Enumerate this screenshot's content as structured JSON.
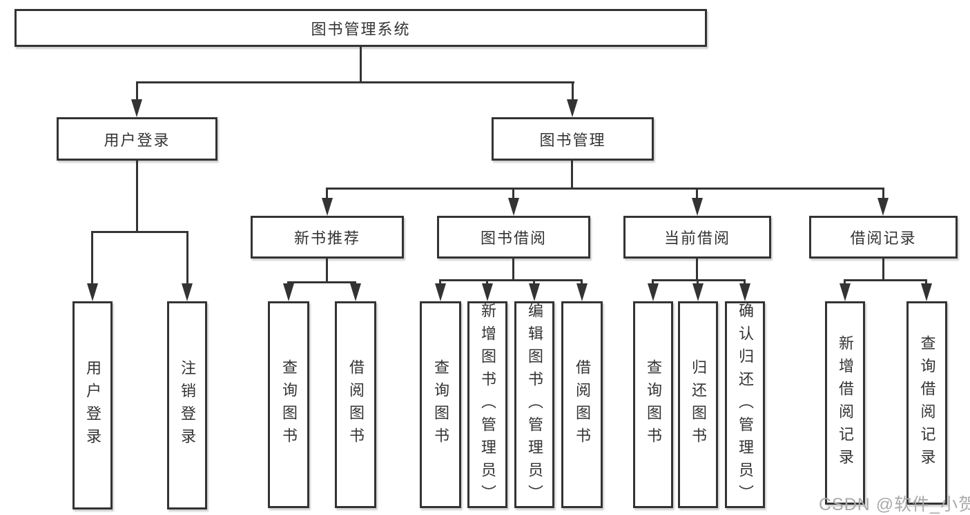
{
  "diagram": {
    "title_node": "图书管理系统",
    "nodes": {
      "root": {
        "label": "图书管理系统"
      },
      "user_login": {
        "label": "用户登录"
      },
      "book_mgmt": {
        "label": "图书管理"
      },
      "new_books": {
        "label": "新书推荐"
      },
      "book_borrow": {
        "label": "图书借阅"
      },
      "current_borrow": {
        "label": "当前借阅"
      },
      "borrow_records": {
        "label": "借阅记录"
      },
      "leaf_user_login": {
        "label": "用户登录"
      },
      "leaf_logout": {
        "label": "注销登录"
      },
      "leaf_nb_query": {
        "label": "查询图书"
      },
      "leaf_nb_borrow": {
        "label": "借阅图书"
      },
      "leaf_bb_query": {
        "label": "查询图书"
      },
      "leaf_bb_add": {
        "label": "新增图书（管理员）"
      },
      "leaf_bb_edit": {
        "label": "编辑图书（管理员）"
      },
      "leaf_bb_borrow": {
        "label": "借阅图书"
      },
      "leaf_cb_query": {
        "label": "查询图书"
      },
      "leaf_cb_return": {
        "label": "归还图书"
      },
      "leaf_cb_confirm": {
        "label": "确认归还（管理员）"
      },
      "leaf_br_add": {
        "label": "新增借阅记录"
      },
      "leaf_br_query": {
        "label": "查询借阅记录"
      }
    },
    "edges_note": "root→(用户登录,图书管理); 用户登录→(用户登录,注销登录); 图书管理→(新书推荐,图书借阅,当前借阅,借阅记录); 新书推荐→(查询图书,借阅图书); 图书借阅→(查询图书,新增图书（管理员）,编辑图书（管理员）,借阅图书); 当前借阅→(查询图书,归还图书,确认归还（管理员）); 借阅记录→(新增借阅记录,查询借阅记录)"
  },
  "watermark": {
    "text": "CSDN @软件_小贺同学"
  },
  "colors": {
    "line": "#333333",
    "text": "#333333",
    "box_background": "#ffffff",
    "watermark": "#aaaaaa",
    "page_background": "#ffffff"
  }
}
